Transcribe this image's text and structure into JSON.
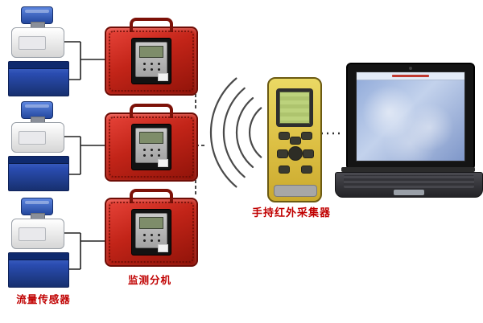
{
  "diagram": {
    "labels": {
      "flow_sensor": "流量传感器",
      "monitor_unit": "监测分机",
      "handheld_collector": "手持红外采集器"
    },
    "colors": {
      "label_red": "#c00000",
      "case_red": "#c22418",
      "box_blue": "#2a4cb0",
      "handheld_yellow": "#dcbf43",
      "wire_dark": "#222222"
    }
  }
}
